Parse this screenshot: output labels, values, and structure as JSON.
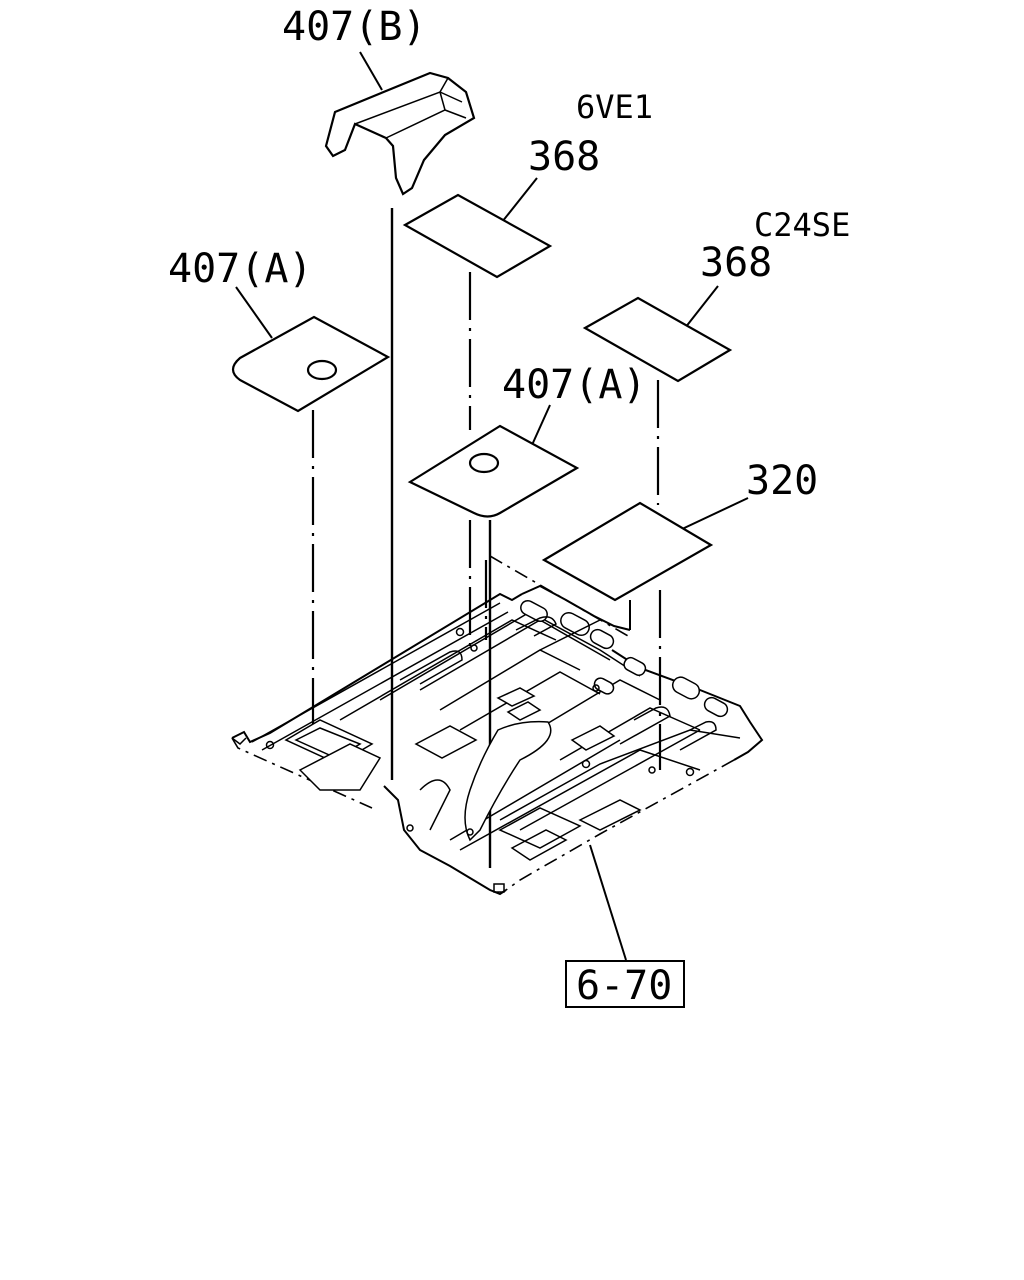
{
  "labels": {
    "part_407b": "407(B)",
    "variant_6ve1": "6VE1",
    "part_368_top": "368",
    "variant_c24se": "C24SE",
    "part_368_right": "368",
    "part_407a_left": "407(A)",
    "part_407a_center": "407(A)",
    "part_320": "320",
    "ref_6_70": "6-70"
  }
}
